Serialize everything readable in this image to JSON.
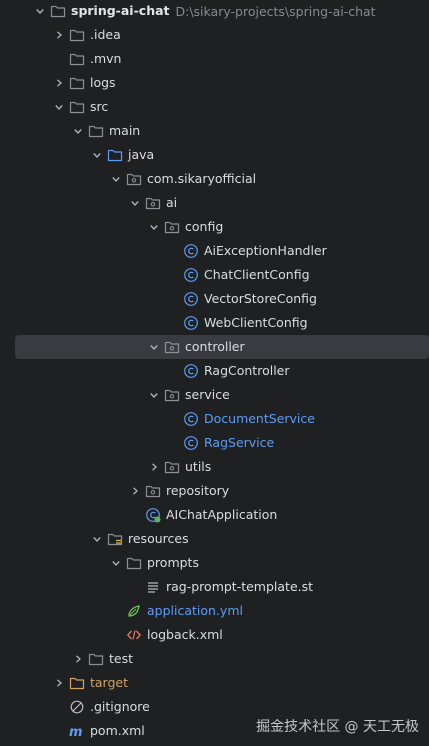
{
  "project": {
    "name": "spring-ai-chat",
    "path": "D:\\sikary-projects\\spring-ai-chat"
  },
  "colors": {
    "background": "#1f2022",
    "selection": "#393b40",
    "folder": "#8c8f96",
    "source_folder": "#5e9cf4",
    "class_icon": "#5e9cf4",
    "excluded": "#d2a45e",
    "xml": "#e07a5f"
  },
  "tree": [
    {
      "label": "spring-ai-chat",
      "depth": 0,
      "expanded": true,
      "icon": "folder-icon",
      "style": "bold",
      "root": true
    },
    {
      "label": ".idea",
      "depth": 1,
      "expanded": false,
      "icon": "folder-icon"
    },
    {
      "label": ".mvn",
      "depth": 1,
      "expanded": null,
      "icon": "folder-icon"
    },
    {
      "label": "logs",
      "depth": 1,
      "expanded": false,
      "icon": "folder-icon"
    },
    {
      "label": "src",
      "depth": 1,
      "expanded": true,
      "icon": "folder-icon"
    },
    {
      "label": "main",
      "depth": 2,
      "expanded": true,
      "icon": "folder-icon"
    },
    {
      "label": "java",
      "depth": 3,
      "expanded": true,
      "icon": "source-folder-icon"
    },
    {
      "label": "com.sikaryofficial",
      "depth": 4,
      "expanded": true,
      "icon": "package-icon"
    },
    {
      "label": "ai",
      "depth": 5,
      "expanded": true,
      "icon": "package-icon"
    },
    {
      "label": "config",
      "depth": 6,
      "expanded": true,
      "icon": "package-icon"
    },
    {
      "label": "AiExceptionHandler",
      "depth": 7,
      "expanded": null,
      "icon": "class-icon"
    },
    {
      "label": "ChatClientConfig",
      "depth": 7,
      "expanded": null,
      "icon": "class-icon"
    },
    {
      "label": "VectorStoreConfig",
      "depth": 7,
      "expanded": null,
      "icon": "class-icon"
    },
    {
      "label": "WebClientConfig",
      "depth": 7,
      "expanded": null,
      "icon": "class-icon"
    },
    {
      "label": "controller",
      "depth": 6,
      "expanded": true,
      "icon": "package-icon",
      "selected": true
    },
    {
      "label": "RagController",
      "depth": 7,
      "expanded": null,
      "icon": "class-icon"
    },
    {
      "label": "service",
      "depth": 6,
      "expanded": true,
      "icon": "package-icon"
    },
    {
      "label": "DocumentService",
      "depth": 7,
      "expanded": null,
      "icon": "class-icon",
      "style": "blue"
    },
    {
      "label": "RagService",
      "depth": 7,
      "expanded": null,
      "icon": "class-icon",
      "style": "blue"
    },
    {
      "label": "utils",
      "depth": 6,
      "expanded": false,
      "icon": "package-icon"
    },
    {
      "label": "repository",
      "depth": 5,
      "expanded": false,
      "icon": "package-icon"
    },
    {
      "label": "AIChatApplication",
      "depth": 5,
      "expanded": null,
      "icon": "spring-boot-class-icon"
    },
    {
      "label": "resources",
      "depth": 3,
      "expanded": true,
      "icon": "resources-folder-icon"
    },
    {
      "label": "prompts",
      "depth": 4,
      "expanded": true,
      "icon": "folder-icon"
    },
    {
      "label": "rag-prompt-template.st",
      "depth": 5,
      "expanded": null,
      "icon": "text-file-icon"
    },
    {
      "label": "application.yml",
      "depth": 4,
      "expanded": null,
      "icon": "spring-yml-icon",
      "style": "blue"
    },
    {
      "label": "logback.xml",
      "depth": 4,
      "expanded": null,
      "icon": "xml-file-icon"
    },
    {
      "label": "test",
      "depth": 2,
      "expanded": false,
      "icon": "folder-icon"
    },
    {
      "label": "target",
      "depth": 1,
      "expanded": false,
      "icon": "excluded-folder-icon",
      "style": "orange"
    },
    {
      "label": ".gitignore",
      "depth": 1,
      "expanded": null,
      "icon": "ignore-file-icon"
    },
    {
      "label": "pom.xml",
      "depth": 1,
      "expanded": null,
      "icon": "maven-icon"
    }
  ],
  "watermark": "掘金技术社区 @ 天工无极"
}
